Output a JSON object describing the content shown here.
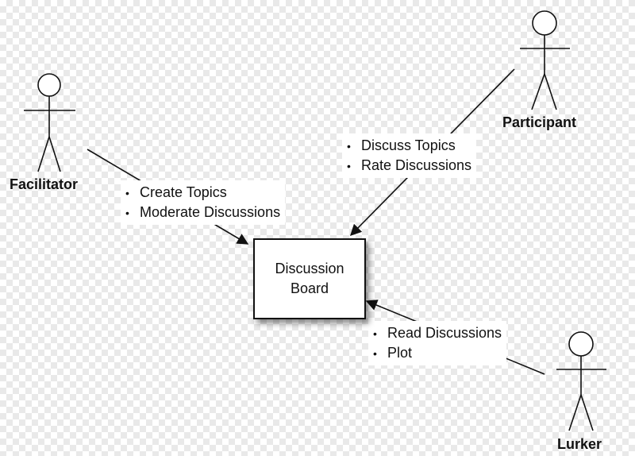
{
  "board": {
    "line1": "Discussion",
    "line2": "Board"
  },
  "actors": {
    "facilitator": "Facilitator",
    "participant": "Participant",
    "lurker": "Lurker"
  },
  "facilitator_actions": [
    "Create Topics",
    "Moderate Discussions"
  ],
  "participant_actions": [
    "Discuss Topics",
    "Rate Discussions"
  ],
  "lurker_actions": [
    "Read Discussions",
    "Plot"
  ],
  "bullet": "•"
}
